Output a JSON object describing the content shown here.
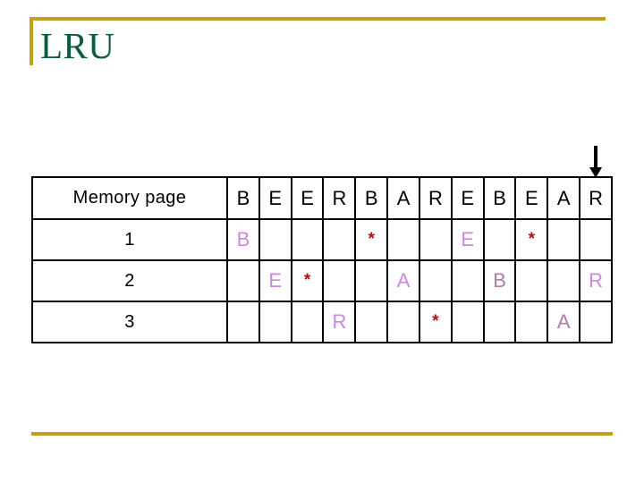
{
  "slide": {
    "title": "LRU",
    "accent_color": "#c4a01e",
    "title_color": "#0b5c3b",
    "highlight_color": "#ffff66",
    "letter_color": "#cc88dd",
    "star_color": "#aa1111"
  },
  "marker": {
    "icon": "arrow-down-icon",
    "points_at_column_index": 11
  },
  "table": {
    "row_label_header": "Memory page",
    "reference_string": [
      "B",
      "E",
      "E",
      "R",
      "B",
      "A",
      "R",
      "E",
      "B",
      "E",
      "A",
      "R"
    ],
    "rows": [
      {
        "label": "1",
        "cells": [
          {
            "text": "B",
            "kind": "page",
            "highlight": false
          },
          {
            "text": "",
            "kind": "empty",
            "highlight": false
          },
          {
            "text": "",
            "kind": "empty",
            "highlight": false
          },
          {
            "text": "",
            "kind": "empty",
            "highlight": false
          },
          {
            "text": "*",
            "kind": "star",
            "highlight": false
          },
          {
            "text": "",
            "kind": "empty",
            "highlight": false
          },
          {
            "text": "",
            "kind": "empty",
            "highlight": false
          },
          {
            "text": "E",
            "kind": "page",
            "highlight": false
          },
          {
            "text": "",
            "kind": "empty",
            "highlight": false
          },
          {
            "text": "*",
            "kind": "star",
            "highlight": true
          },
          {
            "text": "",
            "kind": "empty",
            "highlight": true
          },
          {
            "text": "",
            "kind": "empty",
            "highlight": false
          }
        ]
      },
      {
        "label": "2",
        "cells": [
          {
            "text": "",
            "kind": "empty",
            "highlight": false
          },
          {
            "text": "E",
            "kind": "page",
            "highlight": false
          },
          {
            "text": "*",
            "kind": "star",
            "highlight": false
          },
          {
            "text": "",
            "kind": "empty",
            "highlight": false
          },
          {
            "text": "",
            "kind": "empty",
            "highlight": false
          },
          {
            "text": "A",
            "kind": "page",
            "highlight": false
          },
          {
            "text": "",
            "kind": "empty",
            "highlight": false
          },
          {
            "text": "",
            "kind": "empty",
            "highlight": false
          },
          {
            "text": "B",
            "kind": "page",
            "highlight": true
          },
          {
            "text": "",
            "kind": "empty",
            "highlight": true
          },
          {
            "text": "",
            "kind": "empty",
            "highlight": true
          },
          {
            "text": "R",
            "kind": "page",
            "highlight": false
          }
        ]
      },
      {
        "label": "3",
        "cells": [
          {
            "text": "",
            "kind": "empty",
            "highlight": false
          },
          {
            "text": "",
            "kind": "empty",
            "highlight": false
          },
          {
            "text": "",
            "kind": "empty",
            "highlight": false
          },
          {
            "text": "R",
            "kind": "page",
            "highlight": false
          },
          {
            "text": "",
            "kind": "empty",
            "highlight": false
          },
          {
            "text": "",
            "kind": "empty",
            "highlight": false
          },
          {
            "text": "*",
            "kind": "star",
            "highlight": false
          },
          {
            "text": "",
            "kind": "empty",
            "highlight": false
          },
          {
            "text": "",
            "kind": "empty",
            "highlight": false
          },
          {
            "text": "",
            "kind": "empty",
            "highlight": false
          },
          {
            "text": "A",
            "kind": "page",
            "highlight": true
          },
          {
            "text": "",
            "kind": "empty",
            "highlight": false
          }
        ]
      }
    ]
  }
}
